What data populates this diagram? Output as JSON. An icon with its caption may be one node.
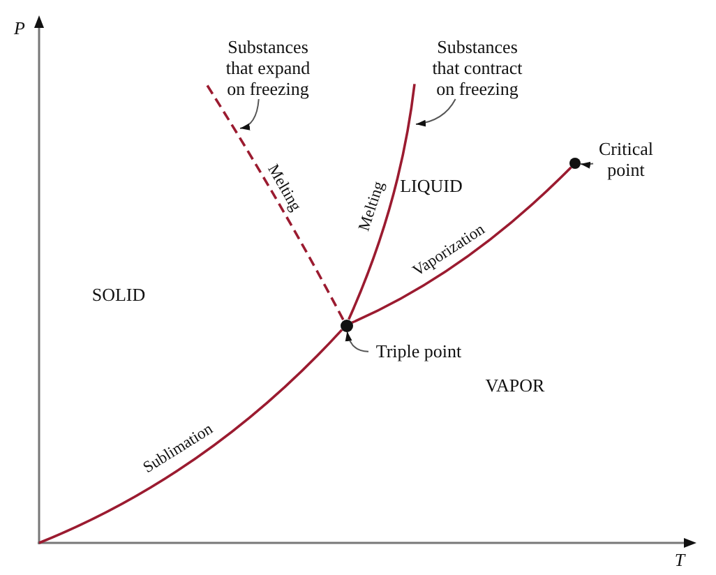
{
  "diagram": {
    "nodes": [
      {
        "text": [
          "Substances that expand on freezing"
        ]
      },
      {
        "text": [
          "Substances that contract on freezing"
        ]
      },
      {
        "text": [
          "Critical point"
        ]
      },
      {
        "text": [],
        "shape": "circle"
      },
      {
        "text": [],
        "shape": "circle"
      },
      {
        "text": [
          "Triple point"
        ]
      }
    ],
    "edges": [
      {
        "from": 0,
        "to": null,
        "arrow": "to"
      },
      {
        "from": 1,
        "to": null,
        "arrow": "to"
      },
      {
        "from": 2,
        "to": 3,
        "arrow": "to"
      },
      {
        "from": 4,
        "to": 0,
        "arrow": "none",
        "label": "Melting",
        "style": "dashed",
        "color": "#9b1b30"
      },
      {
        "from": 4,
        "to": 1,
        "arrow": "none",
        "label": "Melting",
        "color": "#9b1b30"
      },
      {
        "from": 4,
        "to": 3,
        "arrow": "none",
        "label": "Vaporization",
        "color": "#9b1b30"
      },
      {
        "from": null,
        "to": 4,
        "arrow": "none",
        "label": "Sublimation",
        "color": "#9b1b30"
      },
      {
        "from": 5,
        "to": 4,
        "arrow": "to"
      }
    ],
    "labels": [
      "P",
      "LIQUID",
      "SOLID",
      "VAPOR",
      "T"
    ]
  }
}
